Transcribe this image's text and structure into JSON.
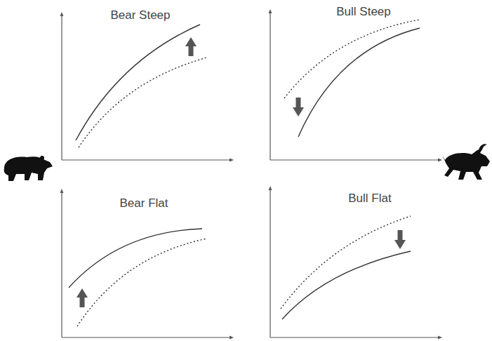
{
  "diagram": {
    "labels": [
      "Bear Steep",
      "Bull Steep",
      "Bear Flat",
      "Bull Flat"
    ]
  }
}
